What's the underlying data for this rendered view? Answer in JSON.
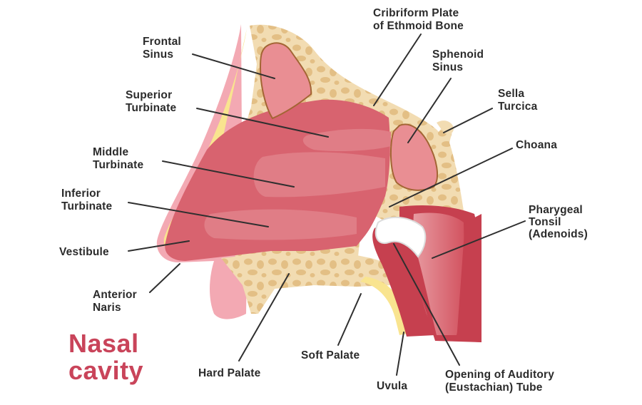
{
  "title": {
    "line1": "Nasal",
    "line2": "cavity",
    "color": "#c9445a"
  },
  "colors": {
    "bone": "#f2dcb2",
    "bone_spots": "#e3bf85",
    "cavity": "#d8636f",
    "turbinate": "#e07d86",
    "mucosa_dark": "#c6404f",
    "sinus": "#e98e93",
    "skin_outline": "#f3a9b3",
    "cartilage": "#f9e48f"
  },
  "labels": {
    "frontal_sinus": [
      "Frontal",
      "Sinus"
    ],
    "cribriform": [
      "Cribriform Plate",
      "of Ethmoid Bone"
    ],
    "sphenoid_sinus": [
      "Sphenoid",
      "Sinus"
    ],
    "sella_turcica": [
      "Sella",
      "Turcica"
    ],
    "superior_turbinate": [
      "Superior",
      "Turbinate"
    ],
    "choana": [
      "Choana"
    ],
    "middle_turbinate": [
      "Middle",
      "Turbinate"
    ],
    "inferior_turbinate": [
      "Inferior",
      "Turbinate"
    ],
    "pharyngeal_tonsil": [
      "Pharygeal",
      "Tonsil",
      "(Adenoids)"
    ],
    "vestibule": [
      "Vestibule"
    ],
    "anterior_naris": [
      "Anterior",
      "Naris"
    ],
    "hard_palate": [
      "Hard Palate"
    ],
    "soft_palate": [
      "Soft Palate"
    ],
    "uvula": [
      "Uvula"
    ],
    "eustachian_tube": [
      "Opening of Auditory",
      "(Eustachian) Tube"
    ]
  }
}
